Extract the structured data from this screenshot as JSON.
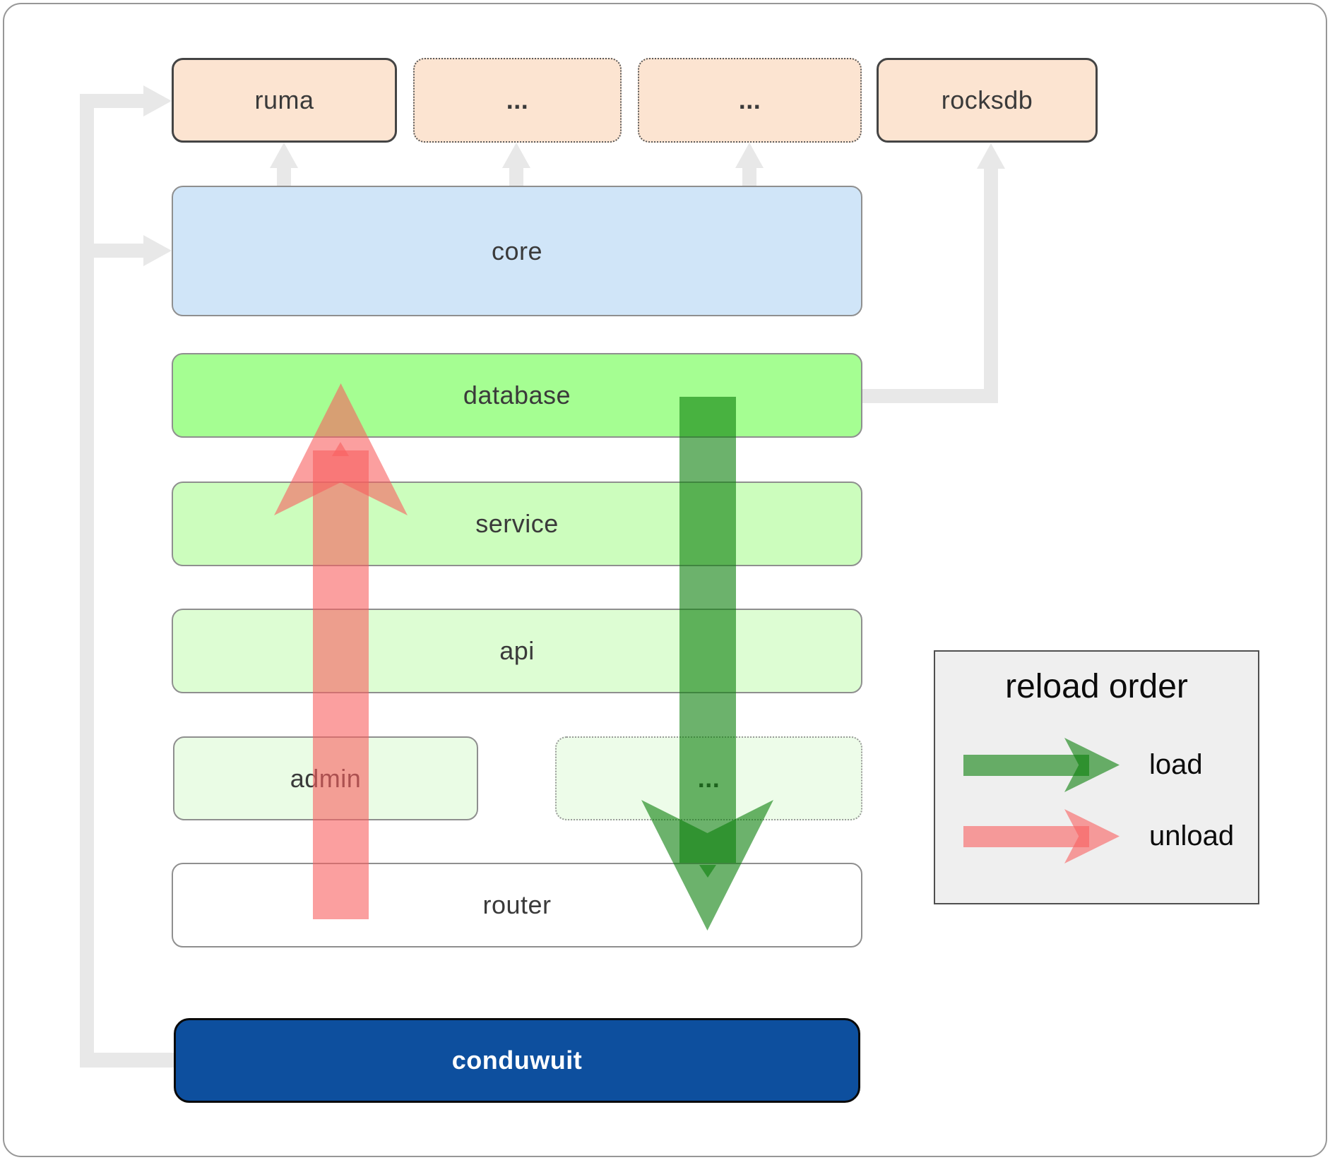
{
  "diagram": {
    "nodes": {
      "ruma": "ruma",
      "ellipsis1": "...",
      "ellipsis2": "...",
      "rocksdb": "rocksdb",
      "core": "core",
      "database": "database",
      "service": "service",
      "api": "api",
      "admin": "admin",
      "ellipsis3": "...",
      "router": "router",
      "conduwuit": "conduwuit"
    }
  },
  "legend": {
    "title": "reload order",
    "items": [
      {
        "label": "load"
      },
      {
        "label": "unload"
      }
    ]
  },
  "colors": {
    "node_peach": "#fce4d1",
    "node_blue": "#d0e5f8",
    "node_green_bright": "#a5fe92",
    "node_green_mid": "#ccfdbd",
    "node_green_light": "#ddfdd3",
    "node_green_faint": "#eafce5",
    "node_green_faint2": "#edfce9",
    "node_white": "#ffffff",
    "node_navy": "#0d4f9e",
    "connector_gray": "#e8e8e8",
    "load_green": "rgba(10,127,10,0.6)",
    "unload_red": "rgba(248,95,95,0.6)",
    "border_dark": "#444444",
    "border_gray": "#8f8f8f",
    "legend_bg": "#efefef",
    "label_dark": "#3a3a3a",
    "label_white": "#ffffff"
  }
}
